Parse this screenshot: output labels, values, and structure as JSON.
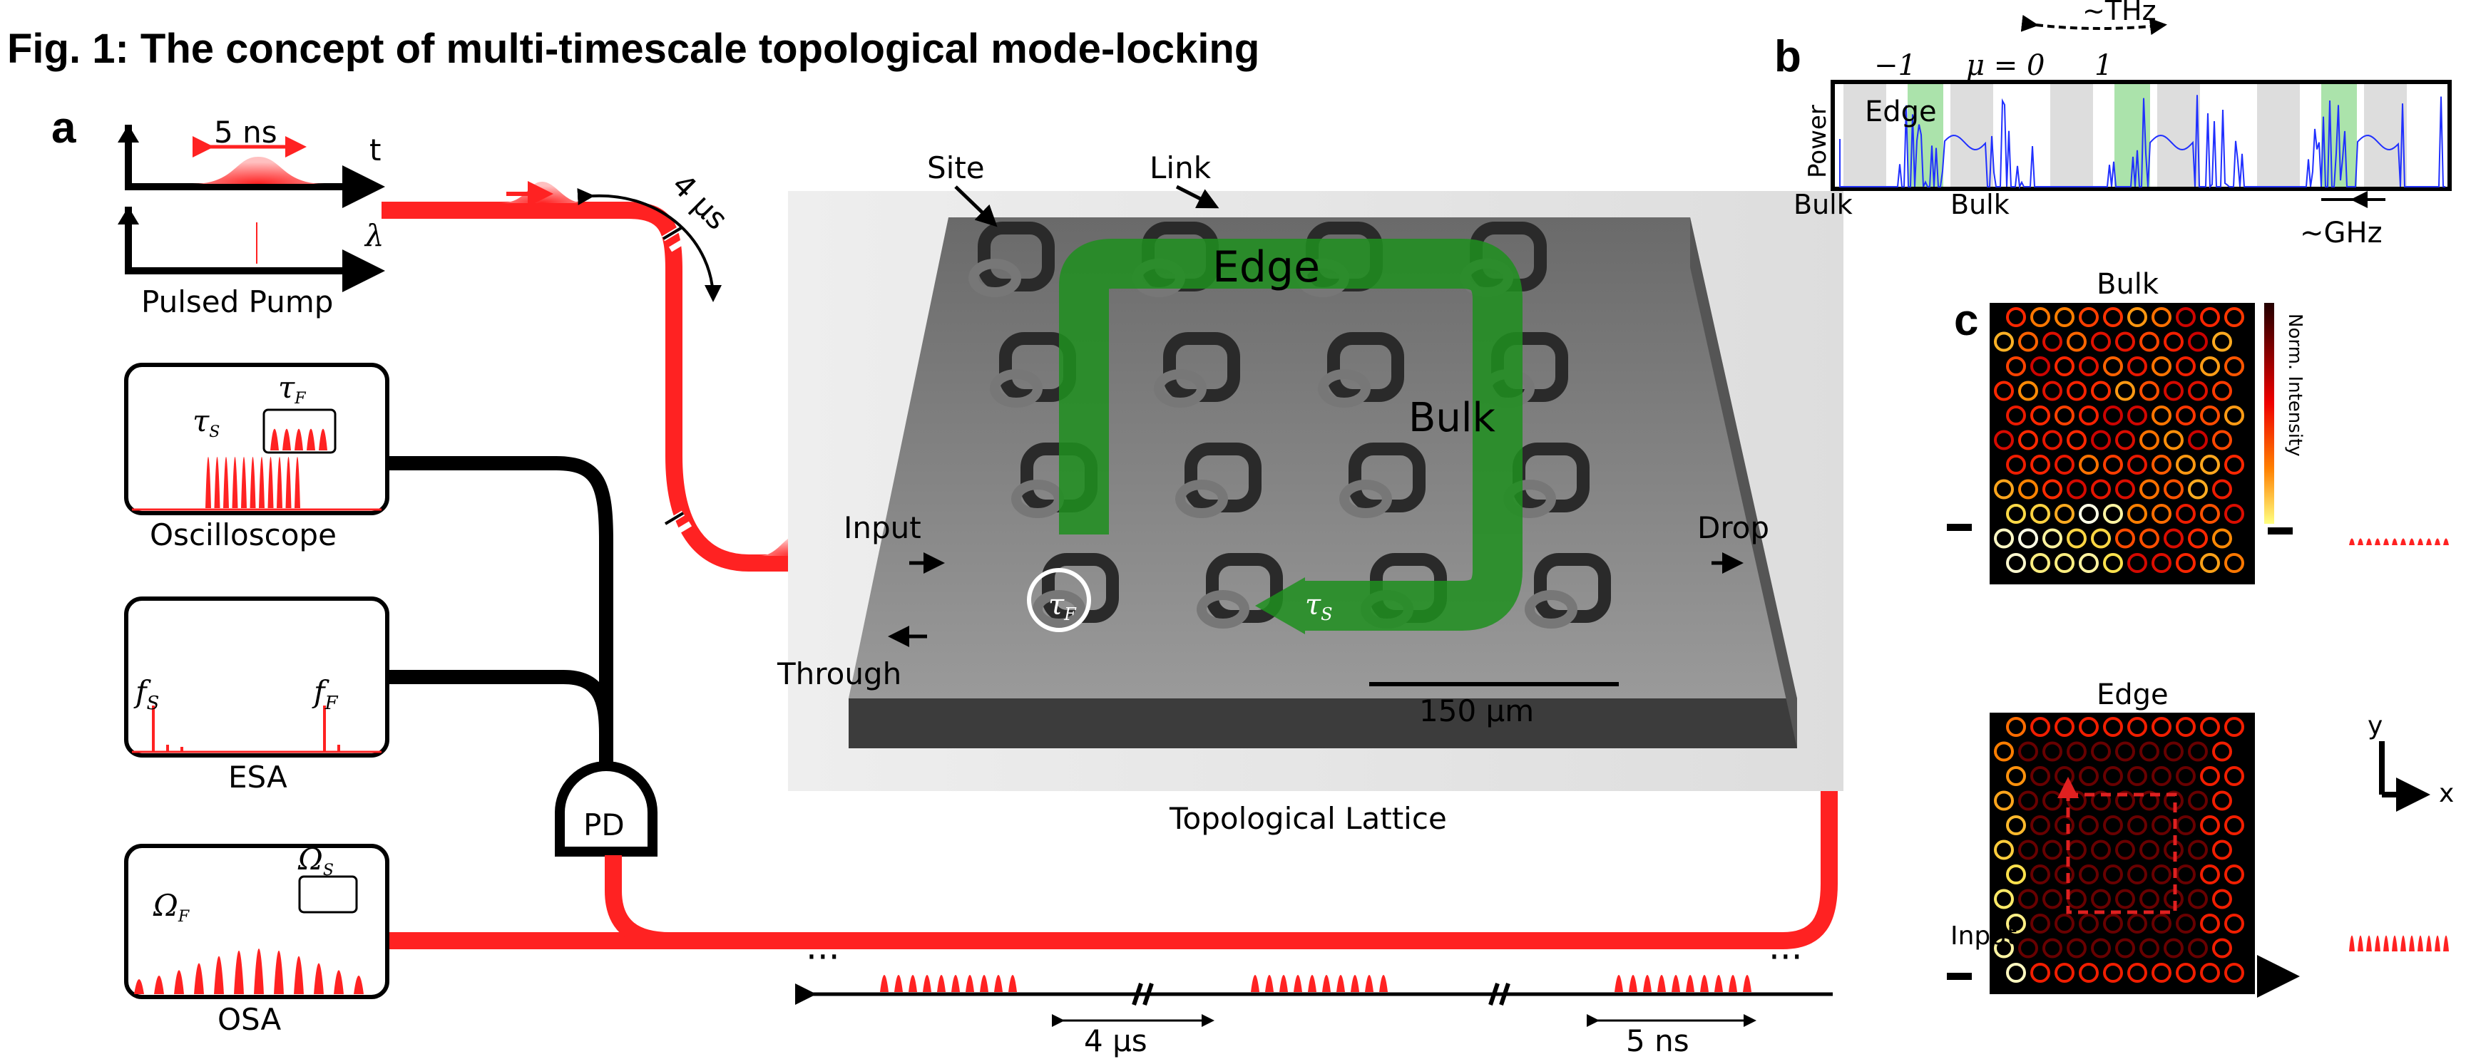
{
  "title": "Fig. 1: The concept of multi-timescale topological mode-locking",
  "panels": {
    "a": "a",
    "b": "b",
    "c": "c"
  },
  "pump": {
    "duration": "5 ns",
    "axis_t": "t",
    "axis_lambda": "λ",
    "label": "Pulsed Pump",
    "delay": "4 μs"
  },
  "instruments": {
    "oscilloscope": {
      "label": "Oscilloscope",
      "tau": "τ",
      "sub_F": "F",
      "sub_S": "S"
    },
    "esa": {
      "label": "ESA",
      "f": "f",
      "sub_S": "S",
      "sub_F": "F"
    },
    "osa": {
      "label": "OSA",
      "omega": "Ω",
      "sub_F": "F",
      "sub_S": "S"
    },
    "pd": "PD"
  },
  "lattice": {
    "site": "Site",
    "link": "Link",
    "edge": "Edge",
    "bulk": "Bulk",
    "input": "Input",
    "drop": "Drop",
    "through": "Through",
    "tau": "τ",
    "sub_F": "F",
    "sub_S": "S",
    "scale": "150 μm",
    "caption": "Topological Lattice"
  },
  "train": {
    "dots": "···",
    "period": "4 μs",
    "width": "5 ns"
  },
  "panel_b": {
    "thz": "~THz",
    "ghz": "~GHz",
    "ylabel": "Power",
    "edge": "Edge",
    "bulk": "Bulk",
    "modes": [
      "−1",
      "μ = 0",
      "1"
    ]
  },
  "panel_c": {
    "bulk_title": "Bulk",
    "edge_title": "Edge",
    "colorbar": "Norm. Intensity",
    "input": "Input",
    "axis_x": "x",
    "axis_y": "y"
  },
  "colors": {
    "red": "#ff2020",
    "green": "#1f8f1f",
    "blue": "#2030ff"
  }
}
